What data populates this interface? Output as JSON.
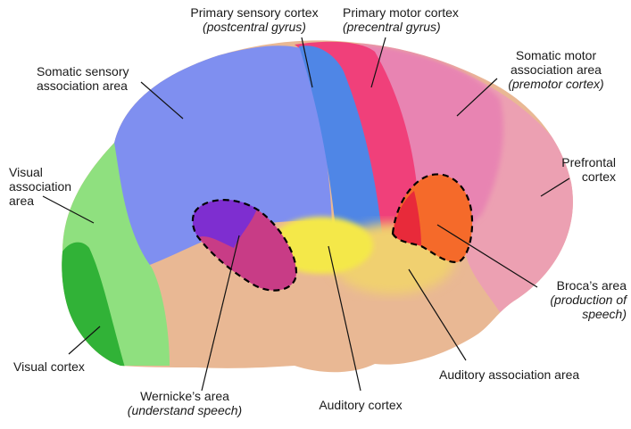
{
  "labels": {
    "primary_sensory": {
      "line1": "Primary sensory cortex",
      "line2": "(postcentral gyrus)"
    },
    "primary_motor": {
      "line1": "Primary motor cortex",
      "line2": "(precentral gyrus)"
    },
    "somatic_sensory_assoc": {
      "line1": "Somatic sensory",
      "line2": "association area"
    },
    "somatic_motor_assoc": {
      "line1": "Somatic motor",
      "line2": "association area",
      "line3": "(premotor cortex)"
    },
    "visual_assoc": {
      "line1": "Visual",
      "line2": "association",
      "line3": "area"
    },
    "prefrontal": {
      "line1": "Prefrontal",
      "line2": "cortex"
    },
    "brocas": {
      "line1": "Broca’s area",
      "line2": "(production of",
      "line3": "speech)"
    },
    "visual_cortex": {
      "line1": "Visual cortex"
    },
    "auditory_assoc": {
      "line1": "Auditory association area"
    },
    "wernickes": {
      "line1": "Wernicke’s area",
      "line2": "(understand speech)"
    },
    "auditory_cortex": {
      "line1": "Auditory cortex"
    }
  },
  "colors": {
    "somatic_sensory": "#7f8ff0",
    "primary_sensory": "#4f86e6",
    "primary_motor": "#f0407a",
    "premotor": "#e884b2",
    "prefrontal": "#eca0b2",
    "visual_assoc": "#8fe07f",
    "visual_cortex": "#31b237",
    "temporal": "#e8b892",
    "auditory": "#f4e84a",
    "auditory_assoc": "#f0d070",
    "wernicke_purple": "#7e2ed0",
    "wernicke_magenta": "#c83c86",
    "broca": "#f56a2a"
  }
}
